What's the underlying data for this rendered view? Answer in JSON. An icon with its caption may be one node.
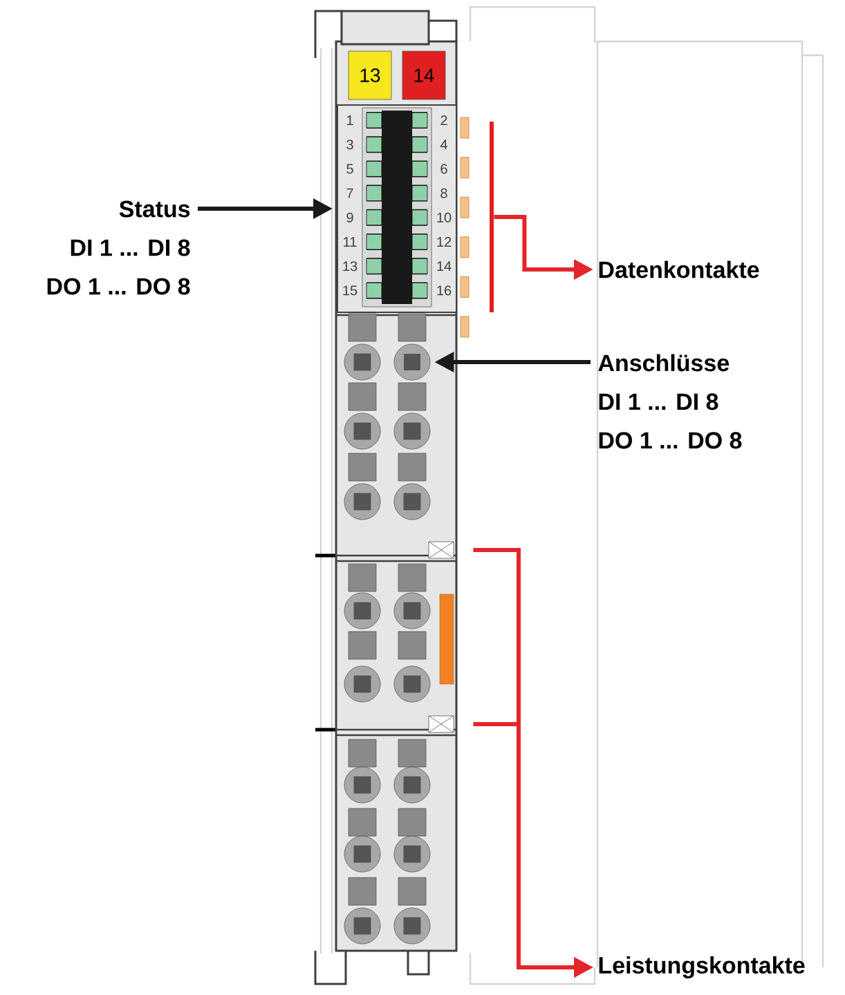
{
  "diagram": {
    "nodes": [
      {
        "text": [
          "Status",
          "DI 1 ... DI 8",
          "DO 1 ... DO 8"
        ]
      },
      {
        "text": [],
        "shape": "box"
      },
      {
        "text": [],
        "shape": "bar"
      },
      {
        "text": [
          "Datenkontakte"
        ]
      },
      {
        "text": [
          "Anschlüsse",
          "DI 1 ... DI 8",
          "DO 1 ... DO 8"
        ]
      },
      {
        "text": [],
        "shape": "circle"
      },
      {
        "text": [],
        "shape": "box"
      },
      {
        "text": [],
        "shape": "box"
      },
      {
        "text": [
          "Leistungskontakte"
        ]
      }
    ],
    "edges": [
      {
        "from": 0,
        "to": 1,
        "arrow": "to",
        "color": "#1a1a1a"
      },
      {
        "from": 2,
        "to": 3,
        "arrow": "to"
      },
      {
        "from": 4,
        "to": 5,
        "arrow": "to",
        "color": "#1a1a1a"
      },
      {
        "from": 6,
        "to": 8,
        "arrow": "to"
      },
      {
        "from": 7,
        "to": 8,
        "arrow": "to"
      }
    ],
    "labels": [
      "13",
      "14",
      "1",
      "2",
      "3",
      "4",
      "5",
      "6",
      "7",
      "8",
      "9",
      "10",
      "11",
      "12",
      "13",
      "14",
      "15",
      "16"
    ]
  }
}
